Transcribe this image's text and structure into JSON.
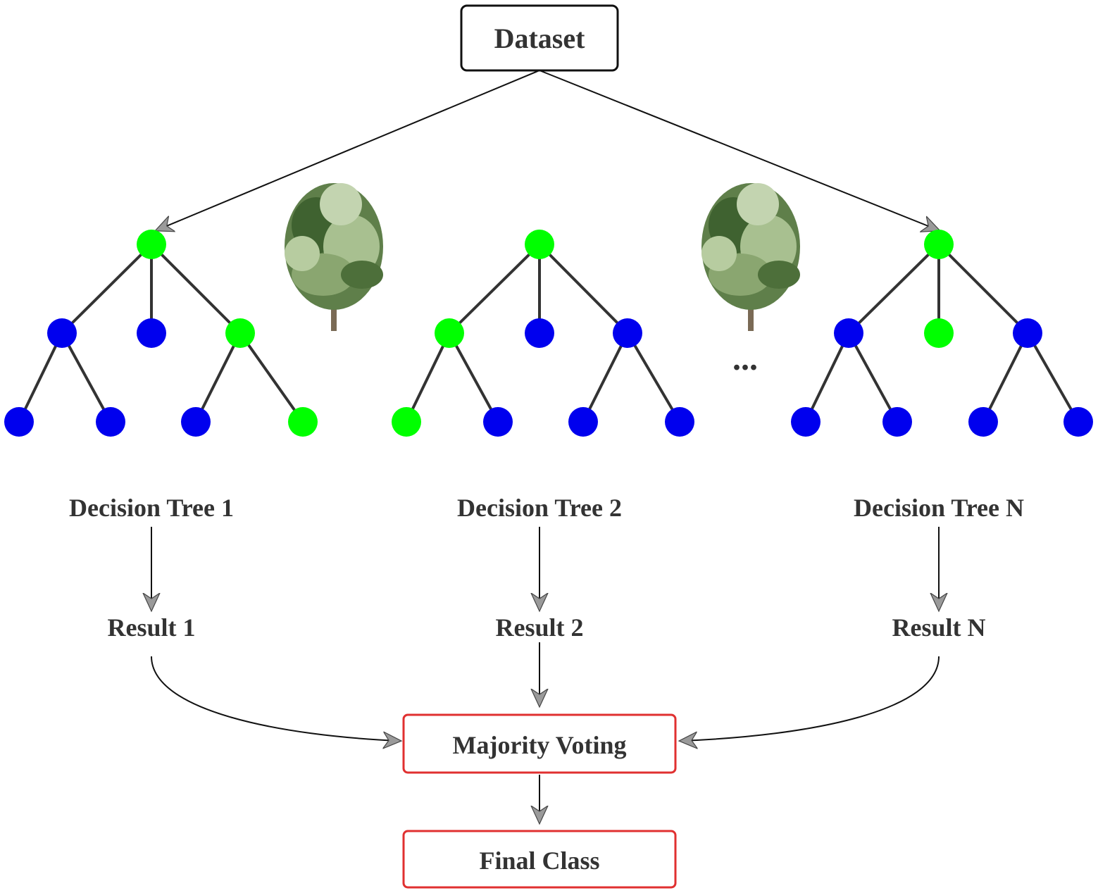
{
  "dataset_label": "Dataset",
  "trees": [
    {
      "label": "Decision Tree 1",
      "result": "Result 1",
      "nodes": {
        "root": "green",
        "level1": [
          "blue",
          "blue",
          "green"
        ],
        "level2": [
          "blue",
          "blue",
          "blue",
          "green"
        ]
      }
    },
    {
      "label": "Decision Tree 2",
      "result": "Result 2",
      "nodes": {
        "root": "green",
        "level1": [
          "green",
          "blue",
          "blue"
        ],
        "level2": [
          "green",
          "blue",
          "blue",
          "blue"
        ]
      }
    },
    {
      "label": "Decision Tree N",
      "result": "Result N",
      "nodes": {
        "root": "green",
        "level1": [
          "blue",
          "green",
          "blue"
        ],
        "level2": [
          "blue",
          "blue",
          "blue",
          "blue"
        ]
      }
    }
  ],
  "ellipsis": "...",
  "majority_label": "Majority Voting",
  "final_label": "Final Class",
  "colors": {
    "green_node": "#00ff00",
    "blue_node": "#0000ee",
    "box_border": "#111111",
    "highlight_border": "#e03030",
    "text": "#333333",
    "edge": "#333333"
  },
  "icons": [
    "tree-icon",
    "tree-icon"
  ]
}
